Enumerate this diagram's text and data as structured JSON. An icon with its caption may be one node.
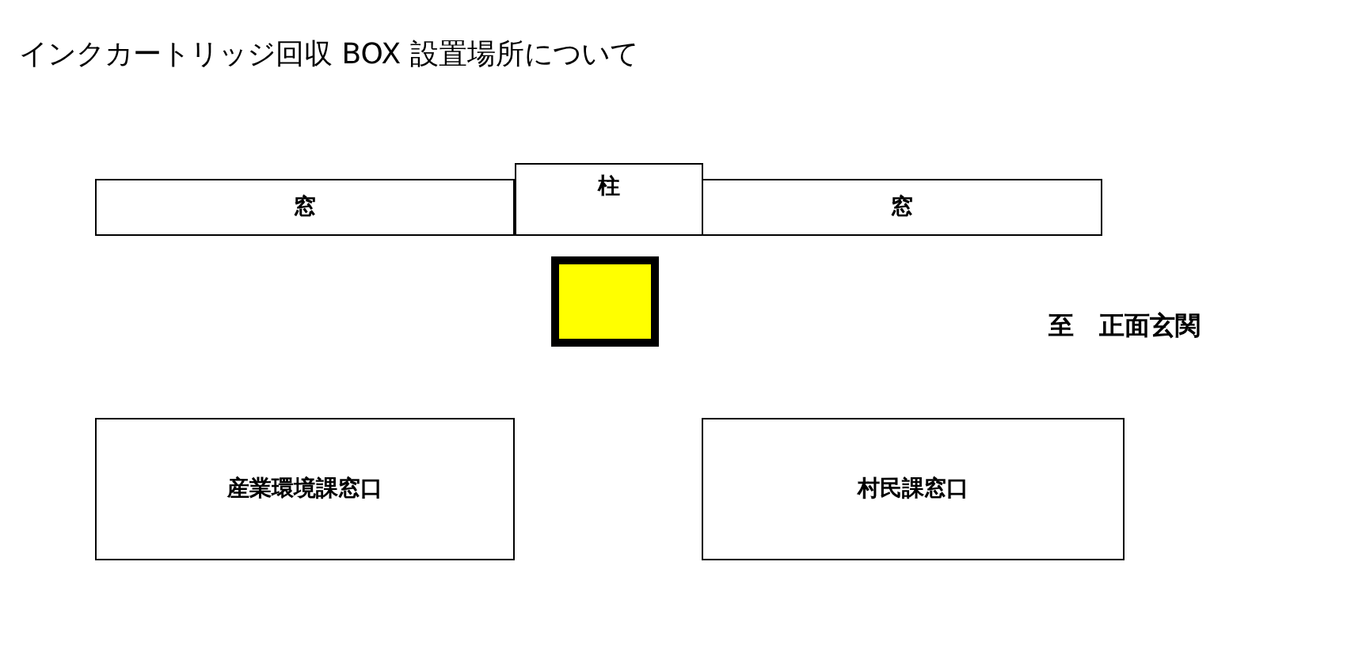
{
  "diagram": {
    "title": "インクカートリッジ回収 BOX 設置場所について",
    "nodes": [
      {
        "text": [
          "窓"
        ]
      },
      {
        "text": [
          "柱"
        ]
      },
      {
        "text": [
          "窓"
        ]
      },
      {
        "text": [],
        "shape": "box"
      },
      {
        "text": [
          "産業環境課窓口"
        ]
      },
      {
        "text": [
          "村民課窓口"
        ]
      }
    ],
    "labels": [
      "至　正面玄関"
    ]
  }
}
